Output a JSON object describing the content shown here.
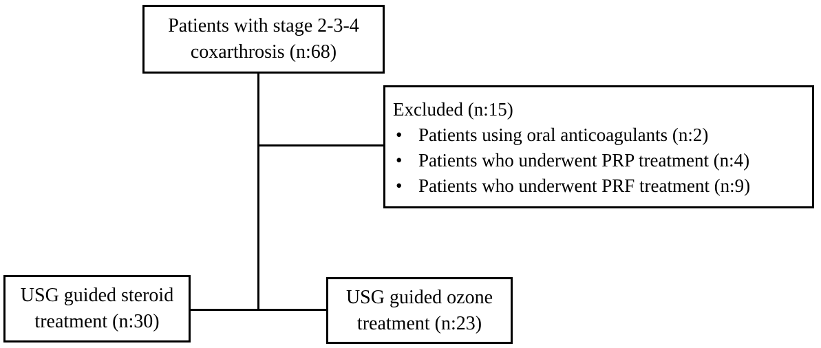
{
  "diagram": {
    "top_box": {
      "line1": "Patients with stage 2-3-4",
      "line2": "coxarthrosis (n:68)"
    },
    "excluded_box": {
      "title": "Excluded (n:15)",
      "items": [
        "Patients using oral anticoagulants (n:2)",
        "Patients who underwent PRP treatment (n:4)",
        "Patients who underwent PRF treatment (n:9)"
      ]
    },
    "left_box": {
      "line1": "USG guided steroid",
      "line2": "treatment (n:30)"
    },
    "right_box": {
      "line1": "USG guided ozone",
      "line2": "treatment (n:23)"
    }
  }
}
